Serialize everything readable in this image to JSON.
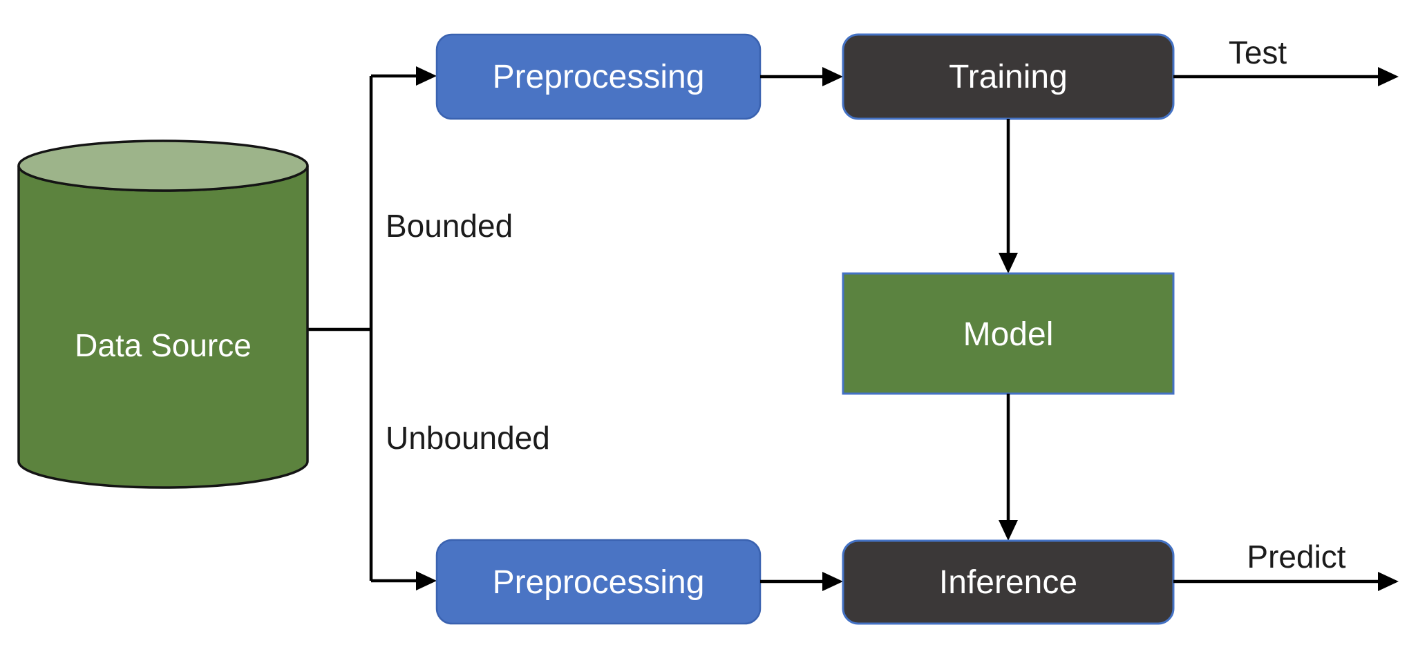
{
  "diagram": {
    "nodes": {
      "data_source": {
        "label": "Data Source"
      },
      "preprocessing_top": {
        "label": "Preprocessing"
      },
      "training": {
        "label": "Training"
      },
      "model": {
        "label": "Model"
      },
      "preprocessing_bottom": {
        "label": "Preprocessing"
      },
      "inference": {
        "label": "Inference"
      }
    },
    "labels": {
      "bounded": "Bounded",
      "unbounded": "Unbounded",
      "test": "Test",
      "predict": "Predict"
    },
    "colors": {
      "process_blue": "#4A74C4",
      "process_blue_border": "#3A62B0",
      "dark_box": "#3B3838",
      "node_border_blue": "#4472C4",
      "green_box": "#5B8340",
      "cylinder_body": "#5C833E",
      "cylinder_top": "#9DB48A",
      "outline_black": "#141414",
      "arrow_black": "#000000",
      "label_text": "#1B1B1B",
      "node_text": "#FFFFFF"
    }
  }
}
